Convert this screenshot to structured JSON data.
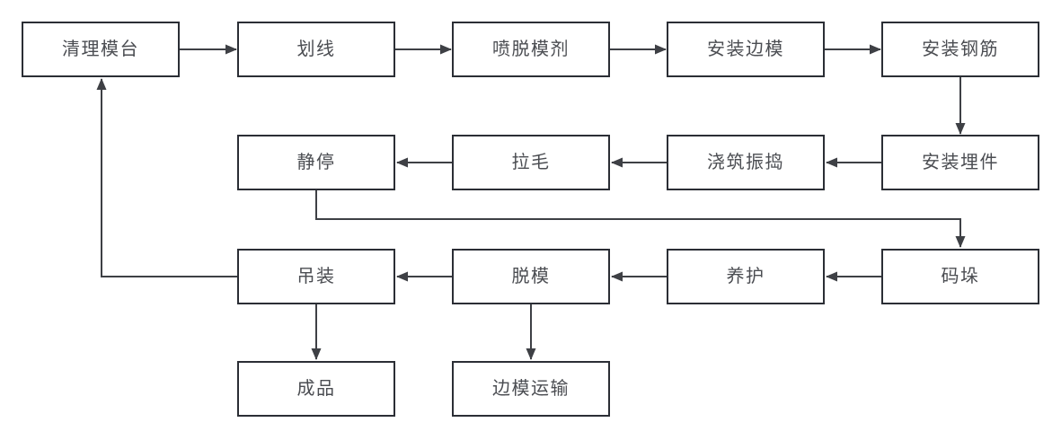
{
  "diagram": {
    "type": "flowchart",
    "description_domain": "precast concrete production process",
    "colors": {
      "background": "#ffffff",
      "node_fill": "#ffffff",
      "node_border": "#2b2e35",
      "connector": "#3e4045",
      "text": "#4b4d52"
    },
    "nodes": [
      {
        "id": "clean-mold-table",
        "label": "清理模台",
        "row": 1,
        "col": 1
      },
      {
        "id": "marking",
        "label": "划线",
        "row": 1,
        "col": 2
      },
      {
        "id": "spray-release-agent",
        "label": "喷脱模剂",
        "row": 1,
        "col": 3
      },
      {
        "id": "install-side-forms",
        "label": "安装边模",
        "row": 1,
        "col": 4
      },
      {
        "id": "install-rebar",
        "label": "安装钢筋",
        "row": 1,
        "col": 5
      },
      {
        "id": "install-embeds",
        "label": "安装埋件",
        "row": 2,
        "col": 5
      },
      {
        "id": "pour-vibrate",
        "label": "浇筑振捣",
        "row": 2,
        "col": 4
      },
      {
        "id": "roughening",
        "label": "拉毛",
        "row": 2,
        "col": 3
      },
      {
        "id": "resting",
        "label": "静停",
        "row": 2,
        "col": 2
      },
      {
        "id": "stacking",
        "label": "码垛",
        "row": 3,
        "col": 5
      },
      {
        "id": "curing",
        "label": "养护",
        "row": 3,
        "col": 4
      },
      {
        "id": "demolding",
        "label": "脱模",
        "row": 3,
        "col": 3
      },
      {
        "id": "hoisting",
        "label": "吊装",
        "row": 3,
        "col": 2
      },
      {
        "id": "finished-product",
        "label": "成品",
        "row": 4,
        "col": 2
      },
      {
        "id": "side-form-transport",
        "label": "边模运输",
        "row": 4,
        "col": 3
      }
    ],
    "edges": [
      {
        "from": "clean-mold-table",
        "to": "marking"
      },
      {
        "from": "marking",
        "to": "spray-release-agent"
      },
      {
        "from": "spray-release-agent",
        "to": "install-side-forms"
      },
      {
        "from": "install-side-forms",
        "to": "install-rebar"
      },
      {
        "from": "install-rebar",
        "to": "install-embeds"
      },
      {
        "from": "install-embeds",
        "to": "pour-vibrate"
      },
      {
        "from": "pour-vibrate",
        "to": "roughening"
      },
      {
        "from": "roughening",
        "to": "resting"
      },
      {
        "from": "resting",
        "to": "stacking"
      },
      {
        "from": "stacking",
        "to": "curing"
      },
      {
        "from": "curing",
        "to": "demolding"
      },
      {
        "from": "demolding",
        "to": "hoisting"
      },
      {
        "from": "hoisting",
        "to": "finished-product"
      },
      {
        "from": "demolding",
        "to": "side-form-transport"
      },
      {
        "from": "hoisting",
        "to": "clean-mold-table"
      }
    ]
  }
}
